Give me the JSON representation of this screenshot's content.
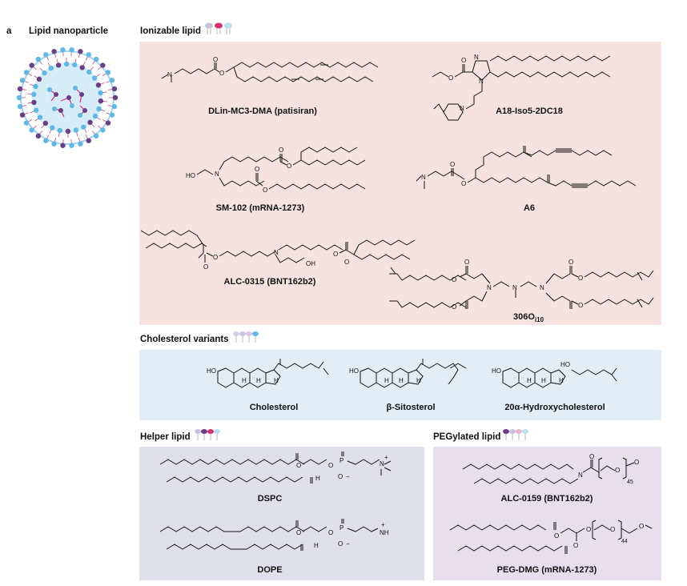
{
  "figure": {
    "panel_letter": "a",
    "lnp_title": "Lipid nanoparticle"
  },
  "sections": {
    "ionizable": "Ionizable lipid",
    "cholesterol": "Cholesterol variants",
    "helper": "Helper lipid",
    "pegylated": "PEGylated lipid"
  },
  "ionizable_lipids": [
    "DLin-MC3-DMA (patisiran)",
    "A18-Iso5-2DC18",
    "SM-102 (mRNA-1273)",
    "A6",
    "ALC-0315 (BNT162b2)",
    "306O"
  ],
  "i10_subscript": "i10",
  "cholesterol_variants": [
    "Cholesterol",
    "Sitosterol",
    "20α-Hydroxycholesterol"
  ],
  "beta_symbol": "β-",
  "helper_lipids": [
    "DSPC",
    "DOPE"
  ],
  "pegylated_lipids": [
    "ALC-0159 (BNT162b2)",
    "PEG-DMG (mRNA-1273)"
  ],
  "atoms": {
    "N": "N",
    "O": "O",
    "OH": "OH",
    "HO": "HO",
    "H": "H",
    "P": "P",
    "NH3": "NH",
    "n45": "45",
    "n44": "44",
    "plus": "+",
    "minus": "−"
  },
  "colors": {
    "ionizable_bg": "#f6e3e1",
    "cholesterol_bg": "#e1edf7",
    "helper_bg": "#dfe0ec",
    "peg_bg": "#e7dfec",
    "lipid_head_blue": "#5fb8e6",
    "lipid_head_purple": "#6a3f86",
    "lipid_tail_pink": "#d8306f"
  }
}
